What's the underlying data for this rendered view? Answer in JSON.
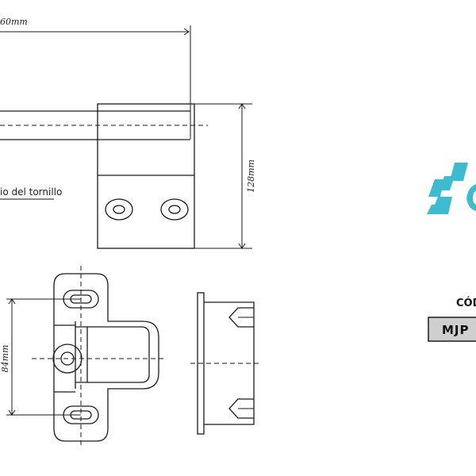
{
  "dimensions": {
    "width_top": "60mm",
    "height_side": "128mm",
    "height_front": "84mm"
  },
  "annotations": {
    "screw_label": "io del tornillo"
  },
  "product": {
    "code_label": "CÓD",
    "code_value": "MJP"
  },
  "colors": {
    "line": "#1a1a1a",
    "dash": "#333333",
    "logo_cyan": "#3bbcd0",
    "code_box": "#cfcfcf"
  },
  "logo": {
    "icon": "brand-lightning-logo"
  }
}
